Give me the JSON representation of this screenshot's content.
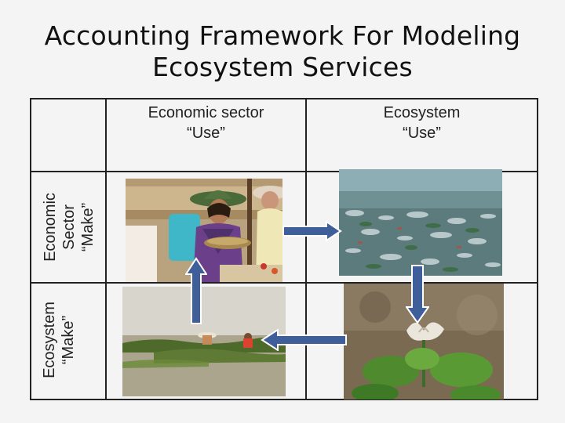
{
  "slide": {
    "title_line1": "Accounting Framework For Modeling",
    "title_line2": "Ecosystem Services"
  },
  "columns": [
    {
      "line1": "Economic sector",
      "line2": "“Use”"
    },
    {
      "line1": "Ecosystem",
      "line2": "“Use”"
    }
  ],
  "rows": [
    {
      "line1": "Economic",
      "line2": "Sector",
      "line3": "“Make”"
    },
    {
      "line1": "Ecosystem",
      "line2": "“Make”"
    }
  ],
  "colors": {
    "arrow_fill": "#3f5f9a",
    "arrow_stroke": "#ffffff",
    "grid_line": "#222222"
  }
}
